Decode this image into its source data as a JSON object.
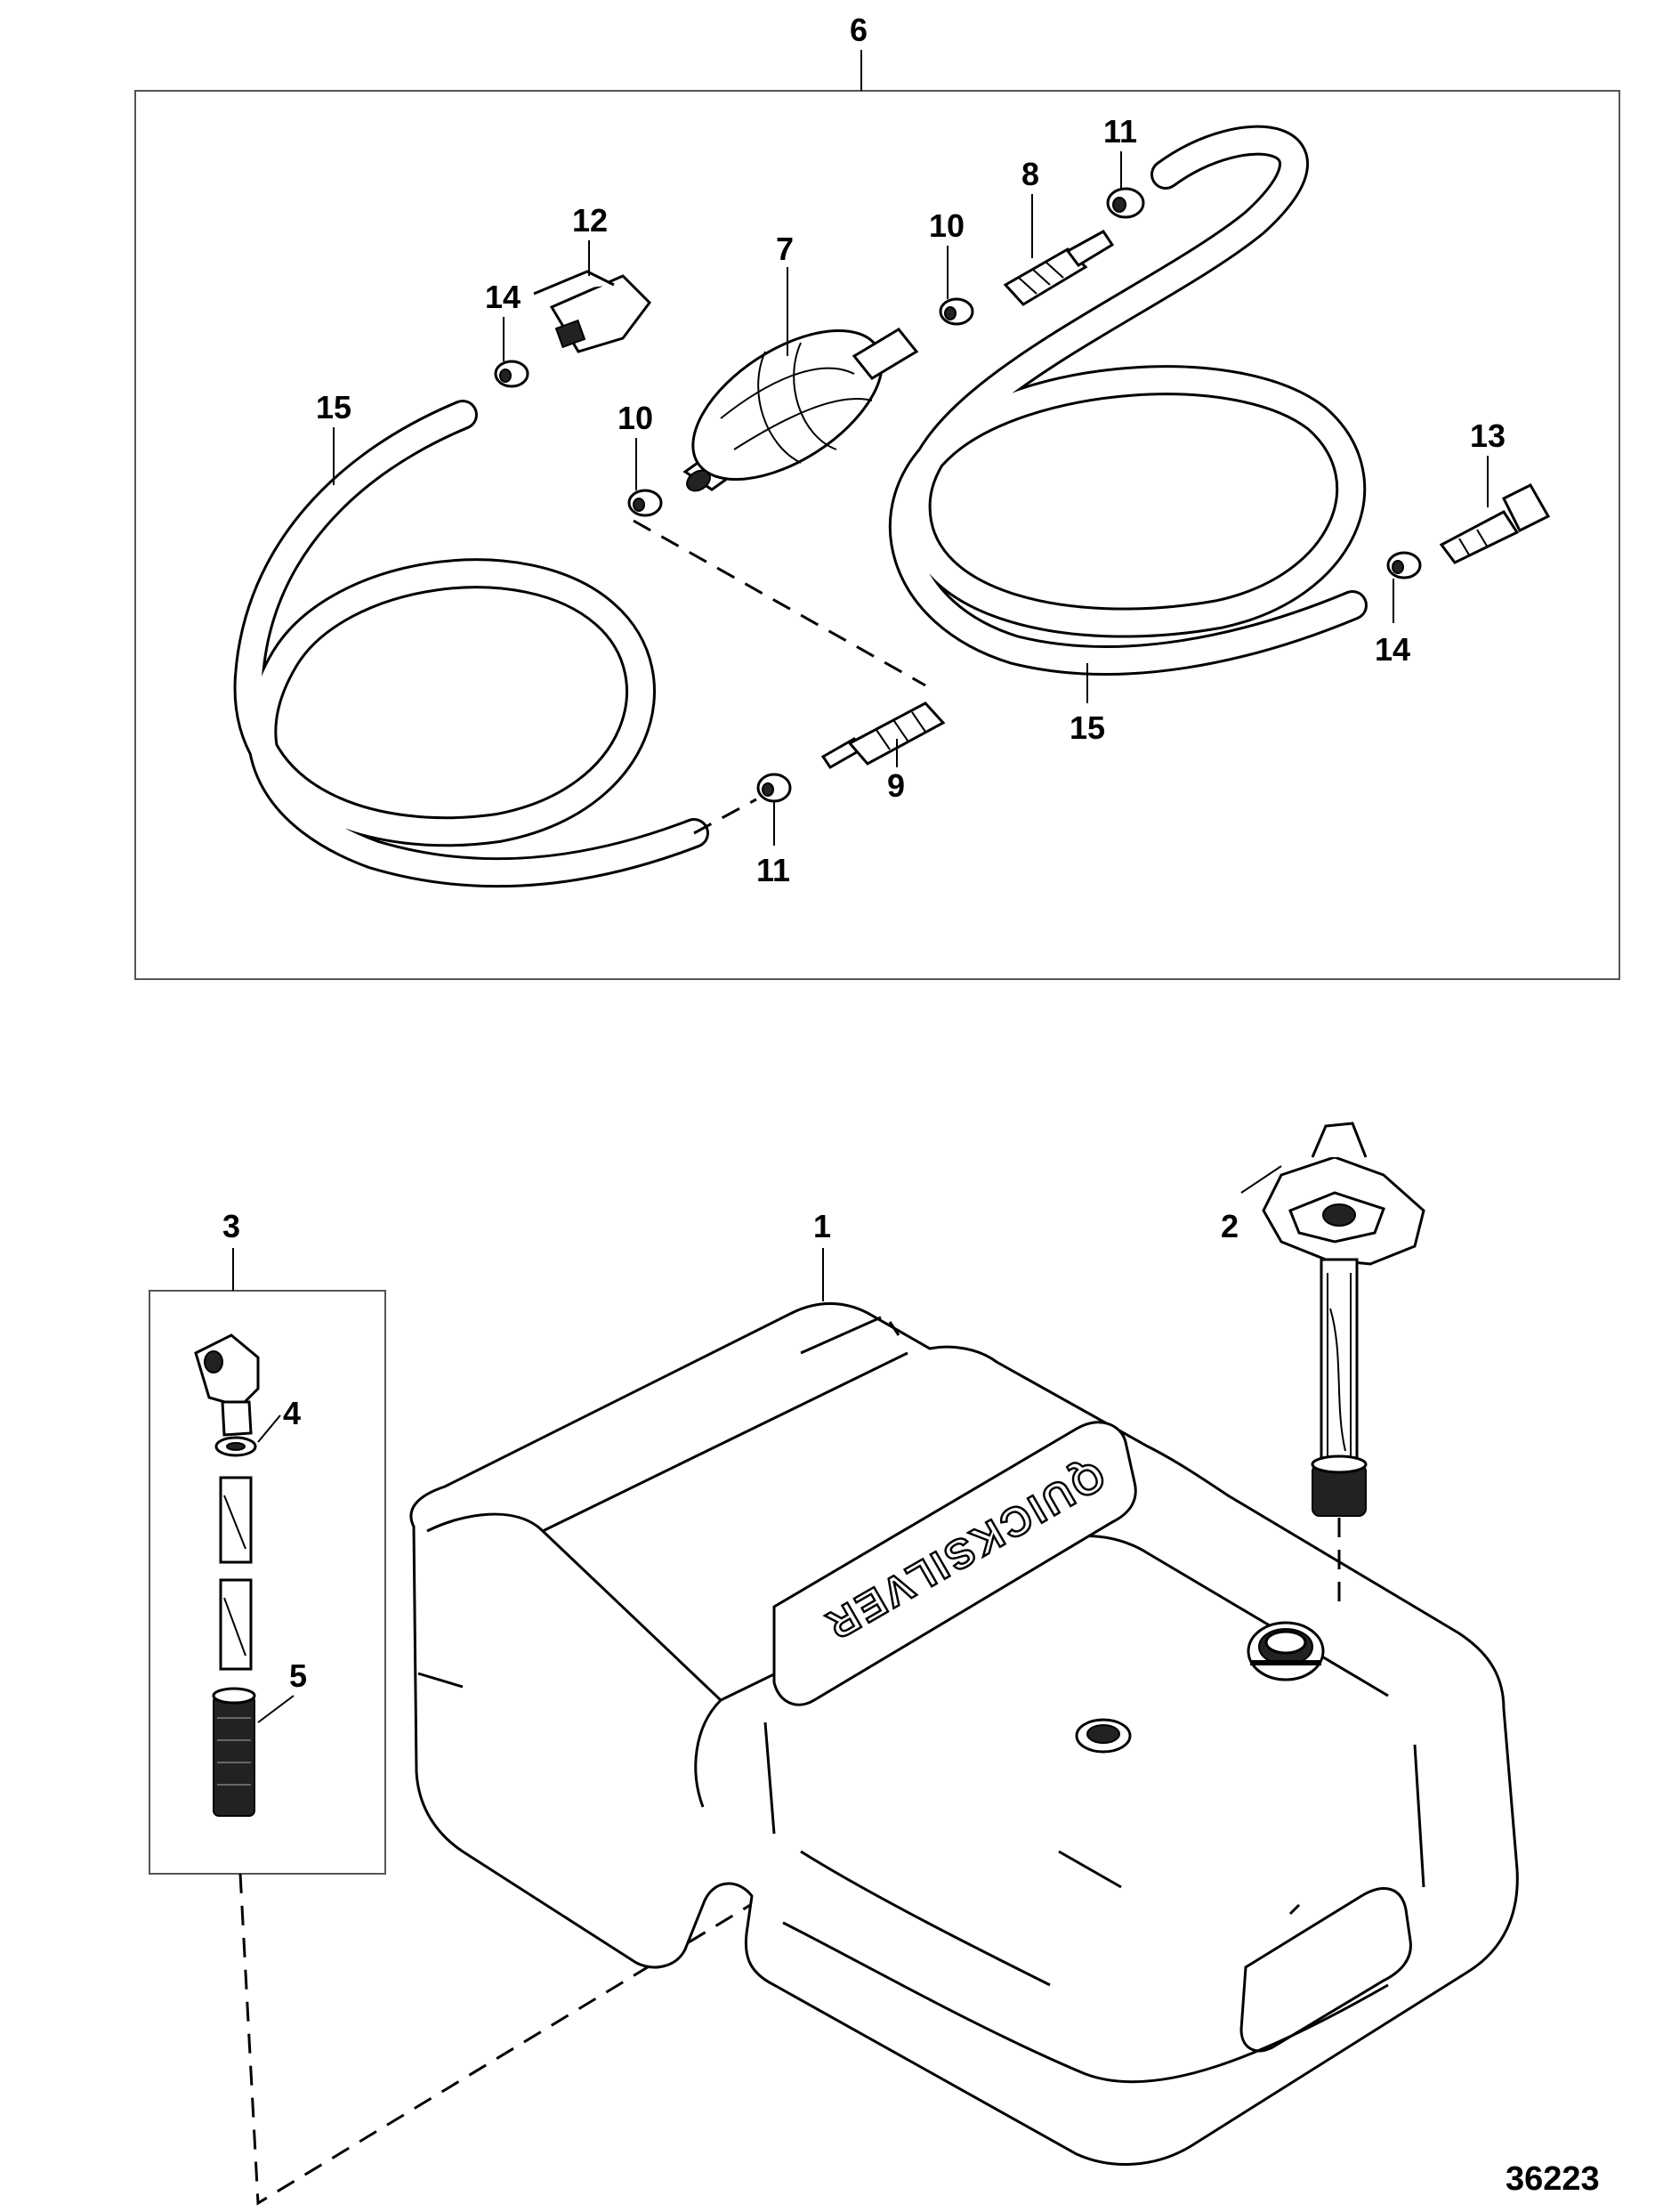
{
  "figure_number": "36223",
  "brand_logo_text": "QUICKSILVER",
  "callouts": {
    "c1": "1",
    "c2": "2",
    "c3": "3",
    "c4": "4",
    "c5": "5",
    "c6": "6",
    "c7": "7",
    "c8": "8",
    "c9": "9",
    "c10a": "10",
    "c10b": "10",
    "c11a": "11",
    "c11b": "11",
    "c12": "12",
    "c13": "13",
    "c14a": "14",
    "c14b": "14",
    "c15a": "15",
    "c15b": "15"
  }
}
